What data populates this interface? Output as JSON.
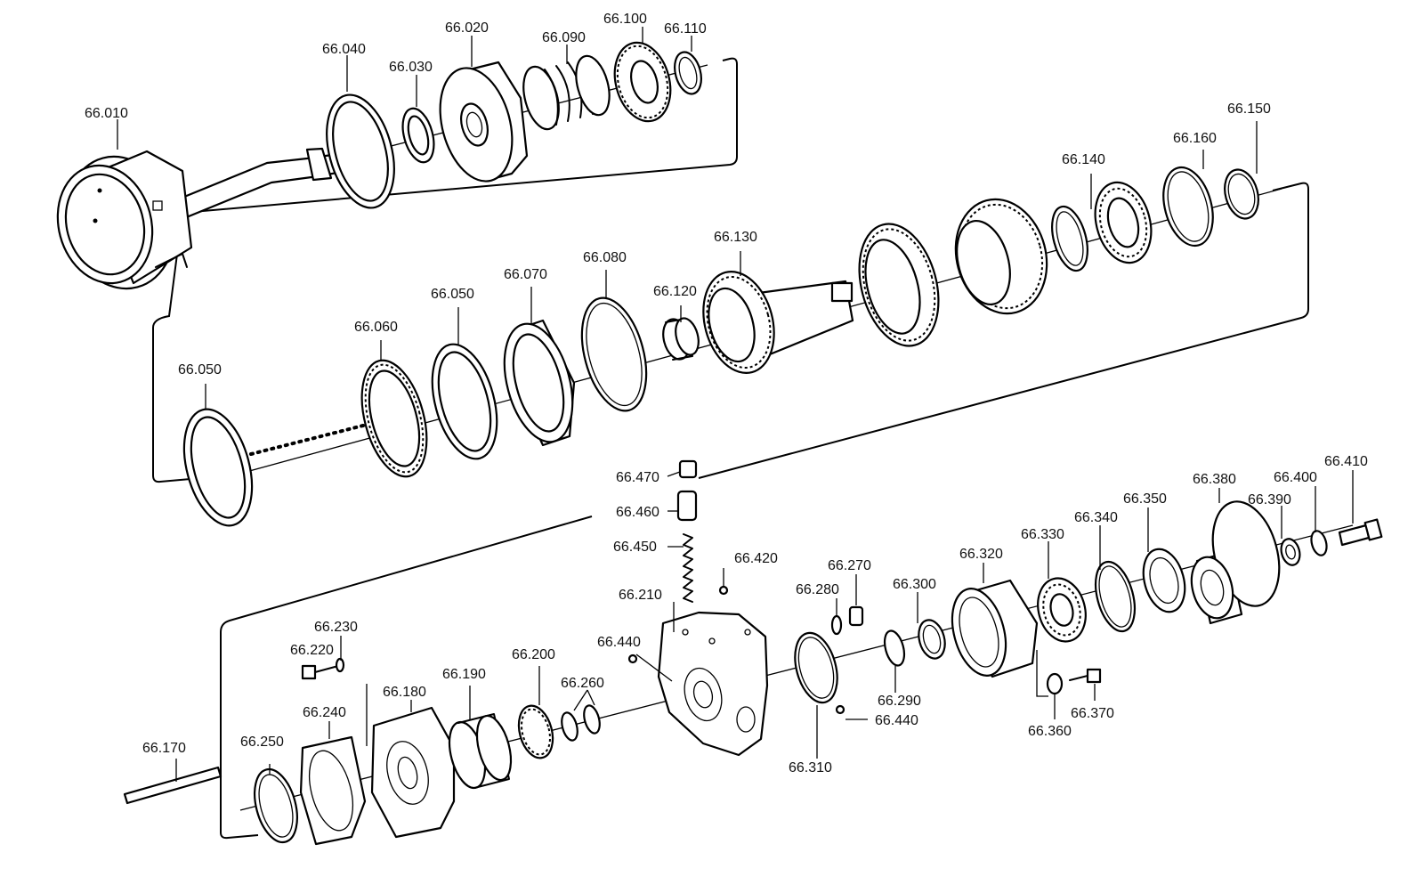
{
  "labels": {
    "p66010": "66.010",
    "p66020": "66.020",
    "p66030": "66.030",
    "p66040": "66.040",
    "p66050a": "66.050",
    "p66050b": "66.050",
    "p66060": "66.060",
    "p66070": "66.070",
    "p66080": "66.080",
    "p66090": "66.090",
    "p66100": "66.100",
    "p66110": "66.110",
    "p66120": "66.120",
    "p66130": "66.130",
    "p66140": "66.140",
    "p66150": "66.150",
    "p66160": "66.160",
    "p66170": "66.170",
    "p66180": "66.180",
    "p66190": "66.190",
    "p66200": "66.200",
    "p66210": "66.210",
    "p66220": "66.220",
    "p66230": "66.230",
    "p66240": "66.240",
    "p66250": "66.250",
    "p66260": "66.260",
    "p66270": "66.270",
    "p66280": "66.280",
    "p66290": "66.290",
    "p66300": "66.300",
    "p66310": "66.310",
    "p66320": "66.320",
    "p66330": "66.330",
    "p66340": "66.340",
    "p66350": "66.350",
    "p66360": "66.360",
    "p66370": "66.370",
    "p66380": "66.380",
    "p66390": "66.390",
    "p66400": "66.400",
    "p66410": "66.410",
    "p66420": "66.420",
    "p66440a": "66.440",
    "p66440b": "66.440",
    "p66450": "66.450",
    "p66460": "66.460",
    "p66470": "66.470"
  }
}
